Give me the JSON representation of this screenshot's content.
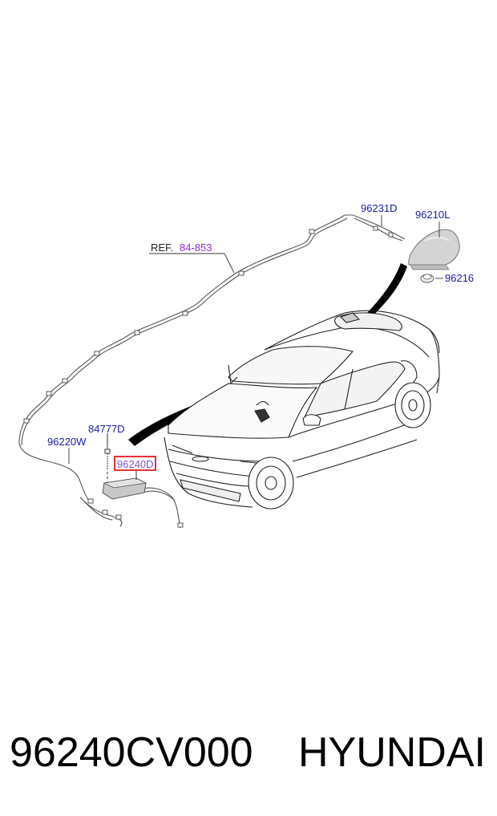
{
  "diagram": {
    "ref_prefix": "REF.",
    "ref_number": "84-853",
    "labels": {
      "l_96231D": "96231D",
      "l_96210L": "96210L",
      "l_96216": "96216",
      "l_84777D": "84777D",
      "l_96220W": "96220W",
      "l_96240D": "96240D"
    },
    "highlight_color": "#e00000"
  },
  "footer": {
    "part_number": "96240CV000",
    "brand": "HYUNDAI"
  }
}
